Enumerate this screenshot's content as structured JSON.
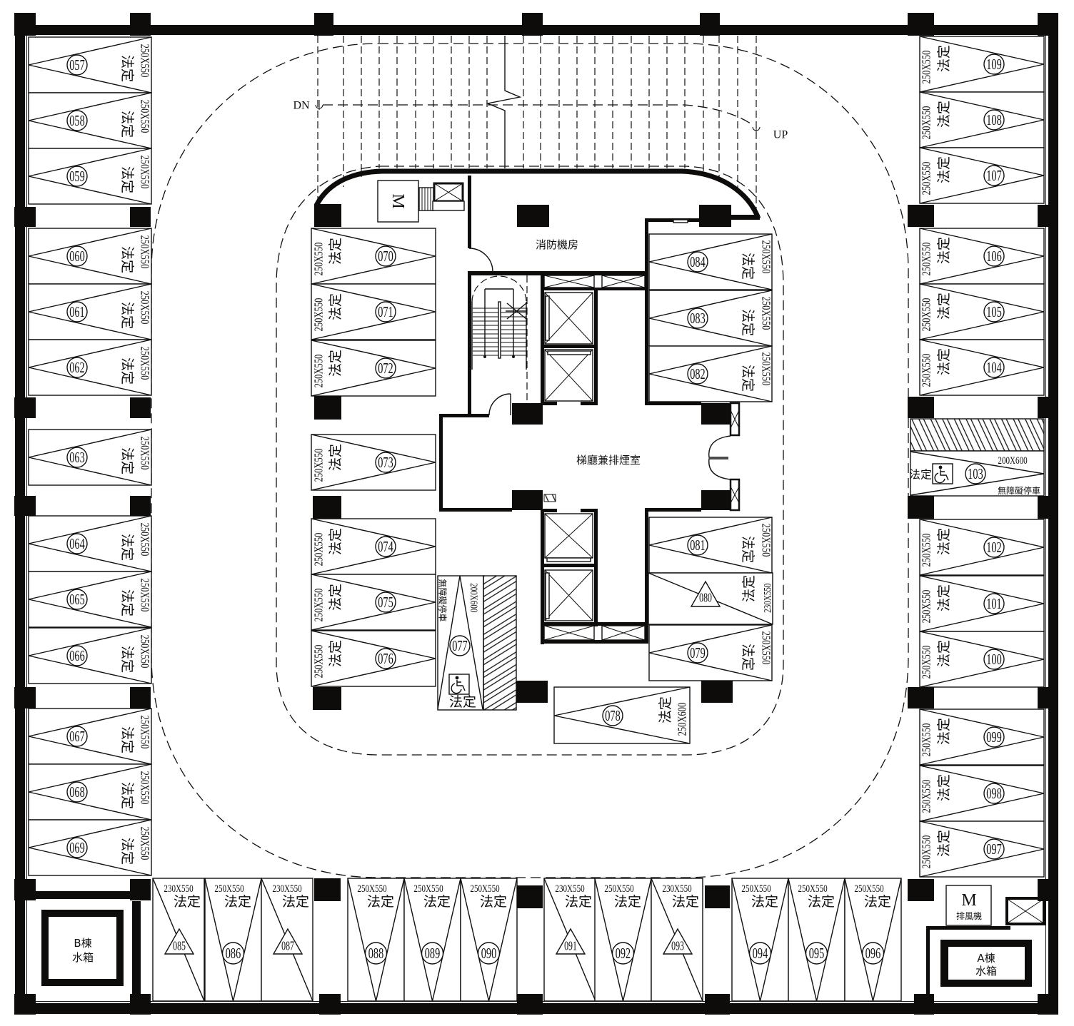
{
  "rooms": {
    "fire_equipment_room": "消防機房",
    "elevator_lobby": "梯廳兼排煙室",
    "core_motor_symbol": "M",
    "exhaust_fan_symbol": "M",
    "exhaust_fan_label": "排風機",
    "tank_b": {
      "line1": "B棟",
      "line2": "水箱"
    },
    "tank_a": {
      "line1": "A棟",
      "line2": "水箱"
    }
  },
  "ramp": {
    "down_label": "DN",
    "up_label": "UP"
  },
  "colors": {
    "line": "#111111",
    "wall": "#0e0b0b",
    "background": "#ffffff"
  },
  "spots": {
    "s057": {
      "number": "057",
      "size": "250X550",
      "type": "法定",
      "marker": "circle"
    },
    "s058": {
      "number": "058",
      "size": "250X550",
      "type": "法定",
      "marker": "circle"
    },
    "s059": {
      "number": "059",
      "size": "250X550",
      "type": "法定",
      "marker": "circle"
    },
    "s060": {
      "number": "060",
      "size": "250X550",
      "type": "法定",
      "marker": "circle"
    },
    "s061": {
      "number": "061",
      "size": "250X550",
      "type": "法定",
      "marker": "circle"
    },
    "s062": {
      "number": "062",
      "size": "250X550",
      "type": "法定",
      "marker": "circle"
    },
    "s063": {
      "number": "063",
      "size": "250X550",
      "type": "法定",
      "marker": "circle"
    },
    "s064": {
      "number": "064",
      "size": "250X550",
      "type": "法定",
      "marker": "circle"
    },
    "s065": {
      "number": "065",
      "size": "250X550",
      "type": "法定",
      "marker": "circle"
    },
    "s066": {
      "number": "066",
      "size": "250X550",
      "type": "法定",
      "marker": "circle"
    },
    "s067": {
      "number": "067",
      "size": "250X550",
      "type": "法定",
      "marker": "circle"
    },
    "s068": {
      "number": "068",
      "size": "250X550",
      "type": "法定",
      "marker": "circle"
    },
    "s069": {
      "number": "069",
      "size": "250X550",
      "type": "法定",
      "marker": "circle"
    },
    "s070": {
      "number": "070",
      "size": "250X550",
      "type": "法定",
      "marker": "circle"
    },
    "s071": {
      "number": "071",
      "size": "250X550",
      "type": "法定",
      "marker": "circle"
    },
    "s072": {
      "number": "072",
      "size": "250X550",
      "type": "法定",
      "marker": "circle"
    },
    "s073": {
      "number": "073",
      "size": "250X550",
      "type": "法定",
      "marker": "circle"
    },
    "s074": {
      "number": "074",
      "size": "250X550",
      "type": "法定",
      "marker": "circle"
    },
    "s075": {
      "number": "075",
      "size": "250X550",
      "type": "法定",
      "marker": "circle"
    },
    "s076": {
      "number": "076",
      "size": "250X550",
      "type": "法定",
      "marker": "circle"
    },
    "s077": {
      "number": "077",
      "size": "200X600",
      "type": "法定",
      "note": "無障礙停車",
      "marker": "circle",
      "icon": "wheelchair-icon"
    },
    "s078": {
      "number": "078",
      "size": "250X600",
      "type": "法定",
      "marker": "circle"
    },
    "s079": {
      "number": "079",
      "size": "250X550",
      "type": "法定",
      "marker": "circle"
    },
    "s080": {
      "number": "080",
      "size": "230X550",
      "type": "法定",
      "marker": "triangle"
    },
    "s081": {
      "number": "081",
      "size": "250X550",
      "type": "法定",
      "marker": "circle"
    },
    "s082": {
      "number": "082",
      "size": "250X550",
      "type": "法定",
      "marker": "circle"
    },
    "s083": {
      "number": "083",
      "size": "250X550",
      "type": "法定",
      "marker": "circle"
    },
    "s084": {
      "number": "084",
      "size": "250X550",
      "type": "法定",
      "marker": "circle"
    },
    "s085": {
      "number": "085",
      "size": "230X550",
      "type": "法定",
      "marker": "triangle"
    },
    "s086": {
      "number": "086",
      "size": "250X550",
      "type": "法定",
      "marker": "circle"
    },
    "s087": {
      "number": "087",
      "size": "230X550",
      "type": "法定",
      "marker": "triangle"
    },
    "s088": {
      "number": "088",
      "size": "250X550",
      "type": "法定",
      "marker": "circle"
    },
    "s089": {
      "number": "089",
      "size": "250X550",
      "type": "法定",
      "marker": "circle"
    },
    "s090": {
      "number": "090",
      "size": "250X550",
      "type": "法定",
      "marker": "circle"
    },
    "s091": {
      "number": "091",
      "size": "230X550",
      "type": "法定",
      "marker": "triangle"
    },
    "s092": {
      "number": "092",
      "size": "250X550",
      "type": "法定",
      "marker": "circle"
    },
    "s093": {
      "number": "093",
      "size": "230X550",
      "type": "法定",
      "marker": "triangle"
    },
    "s094": {
      "number": "094",
      "size": "250X550",
      "type": "法定",
      "marker": "circle"
    },
    "s095": {
      "number": "095",
      "size": "250X550",
      "type": "法定",
      "marker": "circle"
    },
    "s096": {
      "number": "096",
      "size": "250X550",
      "type": "法定",
      "marker": "circle"
    },
    "s097": {
      "number": "097",
      "size": "250X550",
      "type": "法定",
      "marker": "circle"
    },
    "s098": {
      "number": "098",
      "size": "250X550",
      "type": "法定",
      "marker": "circle"
    },
    "s099": {
      "number": "099",
      "size": "250X550",
      "type": "法定",
      "marker": "circle"
    },
    "s100": {
      "number": "100",
      "size": "250X550",
      "type": "法定",
      "marker": "circle"
    },
    "s101": {
      "number": "101",
      "size": "250X550",
      "type": "法定",
      "marker": "circle"
    },
    "s102": {
      "number": "102",
      "size": "250X550",
      "type": "法定",
      "marker": "circle"
    },
    "s103": {
      "number": "103",
      "size": "200X600",
      "type": "法定",
      "note": "無障礙停車",
      "marker": "circle",
      "icon": "wheelchair-icon"
    },
    "s104": {
      "number": "104",
      "size": "250X550",
      "type": "法定",
      "marker": "circle"
    },
    "s105": {
      "number": "105",
      "size": "250X550",
      "type": "法定",
      "marker": "circle"
    },
    "s106": {
      "number": "106",
      "size": "250X550",
      "type": "法定",
      "marker": "circle"
    },
    "s107": {
      "number": "107",
      "size": "250X550",
      "type": "法定",
      "marker": "circle"
    },
    "s108": {
      "number": "108",
      "size": "250X550",
      "type": "法定",
      "marker": "circle"
    },
    "s109": {
      "number": "109",
      "size": "250X550",
      "type": "法定",
      "marker": "circle"
    }
  }
}
